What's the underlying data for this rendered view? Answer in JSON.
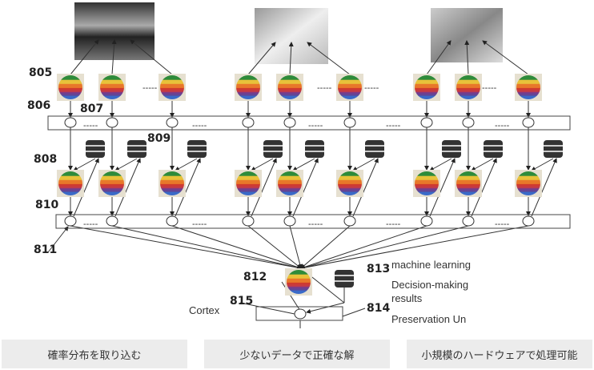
{
  "diagram": {
    "labels": {
      "l805": "805",
      "l806": "806",
      "l807": "807",
      "l808": "808",
      "l809": "809",
      "l810": "810",
      "l811": "811",
      "l812": "812",
      "l813": "813",
      "l814": "814",
      "l815": "815"
    },
    "annotations": {
      "ml": "machine learning",
      "dm1": "Decision-making",
      "dm2": "results",
      "pres": "Preservation Un",
      "cortex": "Cortex"
    },
    "ellipsis": "-----",
    "brain_colors": [
      "#2e8b3a",
      "#e8c23a",
      "#e8782a",
      "#d23a2a",
      "#7a3a8a",
      "#3a6ac8"
    ]
  },
  "buttons": [
    {
      "label": "確率分布を取り込む"
    },
    {
      "label": "少ないデータで正確な解"
    },
    {
      "label": "小規模のハードウェアで処理可能"
    }
  ]
}
